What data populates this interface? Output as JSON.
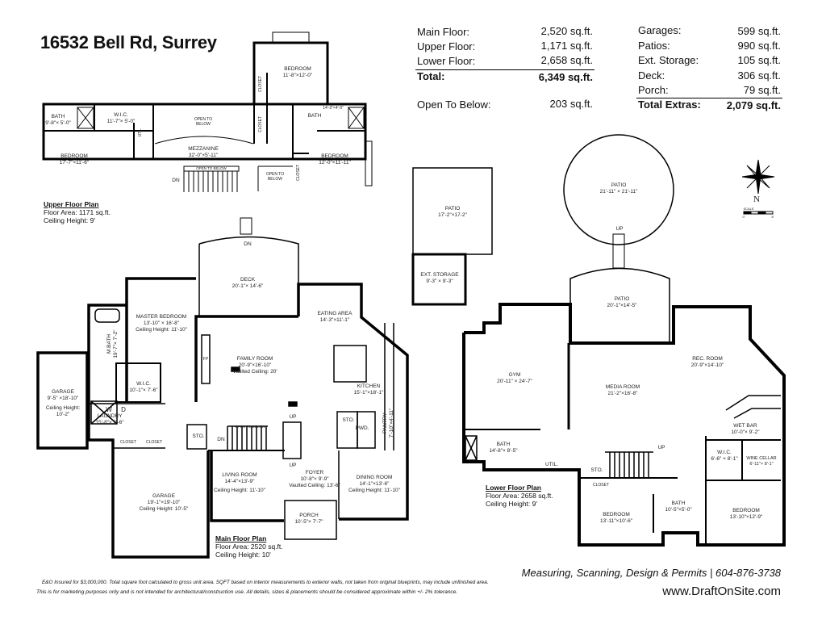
{
  "title": "16532 Bell Rd, Surrey",
  "summary": {
    "main": [
      {
        "label": "Main Floor:",
        "value": "2,520 sq.ft."
      },
      {
        "label": "Upper Floor:",
        "value": "1,171 sq.ft."
      },
      {
        "label": "Lower Floor:",
        "value": "2,658 sq.ft."
      },
      {
        "label": "Total:",
        "value": "6,349 sq.ft."
      },
      {
        "label": "Open To Below:",
        "value": "203 sq.ft."
      }
    ],
    "extras": [
      {
        "label": "Garages:",
        "value": "599 sq.ft."
      },
      {
        "label": "Patios:",
        "value": "990 sq.ft."
      },
      {
        "label": "Ext. Storage:",
        "value": "105 sq.ft."
      },
      {
        "label": "Deck:",
        "value": "306 sq.ft."
      },
      {
        "label": "Porch:",
        "value": "79 sq.ft."
      },
      {
        "label": "Total Extras:",
        "value": "2,079 sq.ft."
      }
    ]
  },
  "upper": {
    "heading": "Upper Floor Plan",
    "area": "Floor Area: 1171 sq.ft.",
    "ceiling": "Ceiling Height: 9'",
    "rooms": [
      {
        "name": "BATH",
        "dims": "9'-8\"× 5'-0\""
      },
      {
        "name": "W.I.C.",
        "dims": "11'-7\"× 5'-0\""
      },
      {
        "name": "OPEN TO",
        "dims": "BELOW"
      },
      {
        "name": "BEDROOM",
        "dims": "11'-8\"×12'-0\""
      },
      {
        "name": "CLOSET"
      },
      {
        "name": "CLOSET"
      },
      {
        "name": "BATH"
      },
      {
        "name": "14'-3\"×4'-9\""
      },
      {
        "name": "UTL."
      },
      {
        "name": "MEZZANINE",
        "dims": "32'-0\"×5'-11\""
      },
      {
        "name": "BEDROOM",
        "dims": "17'-7\"×11'-6\""
      },
      {
        "name": "BEDROOM",
        "dims": "12'-0\"×11'-11\""
      },
      {
        "name": "OPEN TO BELOW"
      },
      {
        "name": "OPEN TO",
        "dims": "BELOW"
      },
      {
        "name": "CLOSET"
      },
      {
        "name": "DN"
      }
    ]
  },
  "main": {
    "heading": "Main Floor Plan",
    "area": "Floor Area: 2520 sq.ft.",
    "ceiling": "Ceiling Height: 10'",
    "rooms": [
      {
        "name": "DN"
      },
      {
        "name": "DECK",
        "dims": "20'-1\"× 14'-6\""
      },
      {
        "name": "MASTER BEDROOM",
        "dims": "13'-10\" × 16'-8\"",
        "extra": "Ceiling Height: 11'-10\""
      },
      {
        "name": "M.BATH",
        "dims": "19'-7\"× 7'-2\""
      },
      {
        "name": "FP"
      },
      {
        "name": "FAMILY ROOM",
        "dims": "20'-9\"×16'-10\"",
        "extra": "Vaulted Ceiling: 20'"
      },
      {
        "name": "EATING AREA",
        "dims": "14'-3\"×11'-1\""
      },
      {
        "name": "KITCHEN",
        "dims": "15'-1\"×18'-1\""
      },
      {
        "name": "GARAGE",
        "dims": "9'-5\" ×18'-10\"",
        "extra": "Ceiling Height: 10'-2\""
      },
      {
        "name": "W.I.C.",
        "dims": "10'-1\"× 7'-6\""
      },
      {
        "name": "LAUNDRY",
        "dims": "15'-8\"× 6'-6\""
      },
      {
        "name": "CLOSET"
      },
      {
        "name": "CLOSET"
      },
      {
        "name": "STO."
      },
      {
        "name": "OPEN TO BELOW"
      },
      {
        "name": "DN"
      },
      {
        "name": "UP"
      },
      {
        "name": "UP"
      },
      {
        "name": "STO."
      },
      {
        "name": "PWD."
      },
      {
        "name": "PANTRY",
        "dims": "7'-10\"×4'-11\""
      },
      {
        "name": "FOYER",
        "dims": "10'-8\"× 9'-9\"",
        "extra": "Vaulted Ceiling: 13'-6\""
      },
      {
        "name": "LIVING ROOM",
        "dims": "14'-4\"×13'-9\"",
        "extra": "Ceiling Height: 11'-10\""
      },
      {
        "name": "DINING ROOM",
        "dims": "14'-1\"×13'-6\"",
        "extra": "Ceiling Height: 11'-10\""
      },
      {
        "name": "GARAGE",
        "dims": "19'-1\"×19'-10\"",
        "extra": "Ceiling Height: 10'-5\""
      },
      {
        "name": "PORCH",
        "dims": "10'-5\"× 7'-7\""
      },
      {
        "name": "W"
      },
      {
        "name": "D"
      }
    ]
  },
  "lower": {
    "heading": "Lower Floor Plan",
    "area": "Floor Area: 2658 sq.ft.",
    "ceiling": "Ceiling Height: 9'",
    "rooms": [
      {
        "name": "PATIO",
        "dims": "17'-2\"×17-2\""
      },
      {
        "name": "EXT. STORAGE",
        "dims": "9'-3\" × 9'-3\""
      },
      {
        "name": "PATIO",
        "dims": "21'-11\" × 21'-11\""
      },
      {
        "name": "UP"
      },
      {
        "name": "PATIO",
        "dims": "20'-1\"×14'-5\""
      },
      {
        "name": "REC. ROOM",
        "dims": "20'-9\"×14'-10\""
      },
      {
        "name": "GYM",
        "dims": "20'-11\" × 24'-7\""
      },
      {
        "name": "MEDIA ROOM",
        "dims": "21'-2\"×16'-8\""
      },
      {
        "name": "WET BAR",
        "dims": "10'-0\"× 9'-2\""
      },
      {
        "name": "W.I.C.",
        "dims": "6'-6\" × 8'-1\""
      },
      {
        "name": "WINE CELLAR",
        "dims": "6'-11\"× 8'-1\""
      },
      {
        "name": "BATH",
        "dims": "14'-8\"× 8'-5\""
      },
      {
        "name": "UTIL."
      },
      {
        "name": "STO."
      },
      {
        "name": "UP"
      },
      {
        "name": "CLOSET"
      },
      {
        "name": "BEDROOM",
        "dims": "13'-11\"×10'-6\""
      },
      {
        "name": "BATH",
        "dims": "10'-5\"×5'-0\""
      },
      {
        "name": "BEDROOM",
        "dims": "13'-10\"×12'-9\""
      }
    ]
  },
  "compass": {
    "north": "N",
    "scale": "SCALE",
    "scale_start": "0'",
    "scale_end": "8'"
  },
  "footer": {
    "services": "Measuring, Scanning, Design & Permits | 604-876-3738",
    "disclaimer1": "E&O Insured for $3,000,000.  Total square foot calculated to gross unit area. SQFT based on interior measurements to exterior walls, not taken from original blueprints, may include unfinished area.",
    "disclaimer2": "This is for marketing purposes only and is not intended for architectural/construction use.  All details, sizes & placements should be considered approximate within +/- 2%  tolerance.",
    "website": "www.DraftOnSite.com"
  }
}
